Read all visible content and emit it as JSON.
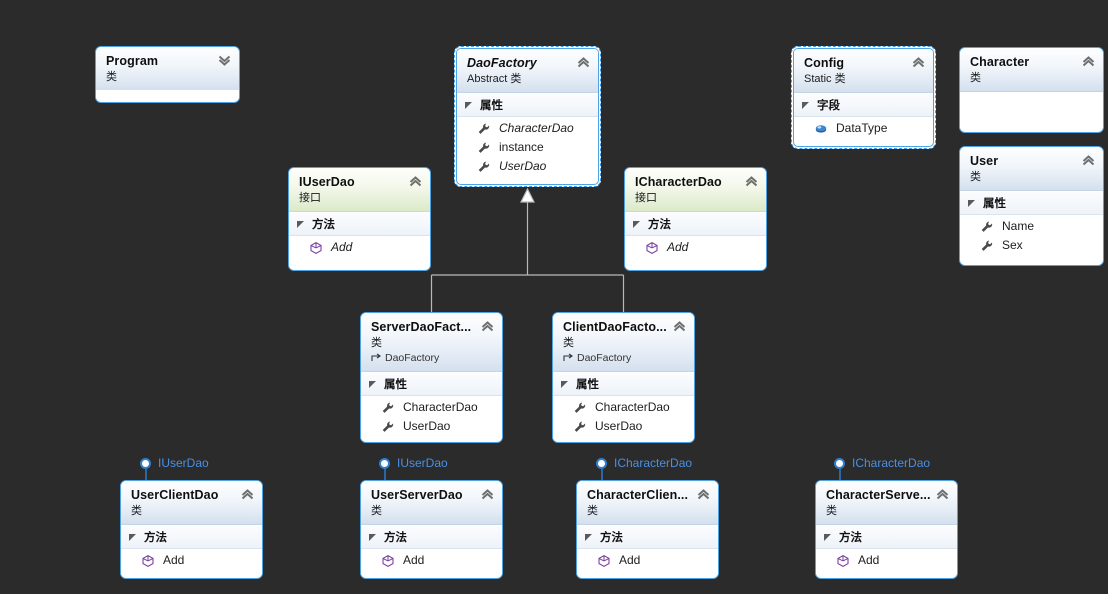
{
  "canvas": {
    "background": "#2b2b2b",
    "border_color": "#4fa3e3",
    "selected_border_color": "#3d9ae8",
    "link_color": "#b9b9b9",
    "lollipop_color": "#2f7fd1",
    "lollipop_label_color": "#4a90e2"
  },
  "labels": {
    "section_properties": "属性",
    "section_methods": "方法",
    "section_fields": "字段",
    "kind_class": "类",
    "kind_interface": "接口",
    "kind_abstract_class": "Abstract 类",
    "kind_static_class": "Static 类"
  },
  "nodes": [
    {
      "id": "program",
      "name": "Program",
      "title": "Program",
      "kind": "类",
      "stereotype": "class",
      "selected": false,
      "collapsed": true,
      "chevron": "chevron-down",
      "base": null,
      "sections": []
    },
    {
      "id": "daofactory",
      "name": "DaoFactory",
      "title": "DaoFactory",
      "kind": "Abstract 类",
      "stereotype": "abstract-class",
      "selected": true,
      "collapsed": false,
      "chevron": "chevron-up",
      "base": null,
      "sections": [
        {
          "label": "属性",
          "members": [
            {
              "name": "CharacterDao",
              "icon": "property-icon",
              "italic": true
            },
            {
              "name": "instance",
              "icon": "property-icon",
              "italic": false
            },
            {
              "name": "UserDao",
              "icon": "property-icon",
              "italic": true
            }
          ]
        }
      ]
    },
    {
      "id": "config",
      "name": "Config",
      "title": "Config",
      "kind": "Static 类",
      "stereotype": "static-class",
      "selected": true,
      "collapsed": false,
      "chevron": "chevron-up",
      "base": null,
      "sections": [
        {
          "label": "字段",
          "members": [
            {
              "name": "DataType",
              "icon": "enum-field-icon",
              "italic": false
            }
          ]
        }
      ]
    },
    {
      "id": "character",
      "name": "Character",
      "title": "Character",
      "kind": "类",
      "stereotype": "class",
      "selected": false,
      "collapsed": false,
      "chevron": "chevron-up",
      "base": null,
      "sections": []
    },
    {
      "id": "user",
      "name": "User",
      "title": "User",
      "kind": "类",
      "stereotype": "class",
      "selected": false,
      "collapsed": false,
      "chevron": "chevron-up",
      "base": null,
      "sections": [
        {
          "label": "属性",
          "members": [
            {
              "name": "Name",
              "icon": "property-icon",
              "italic": false
            },
            {
              "name": "Sex",
              "icon": "property-icon",
              "italic": false
            }
          ]
        }
      ]
    },
    {
      "id": "iuserdao",
      "name": "IUserDao",
      "title": "IUserDao",
      "kind": "接口",
      "stereotype": "interface",
      "selected": false,
      "collapsed": false,
      "chevron": "chevron-up",
      "base": null,
      "sections": [
        {
          "label": "方法",
          "members": [
            {
              "name": "Add",
              "icon": "method-icon",
              "italic": true
            }
          ]
        }
      ]
    },
    {
      "id": "icharacterdao",
      "name": "ICharacterDao",
      "title": "ICharacterDao",
      "kind": "接口",
      "stereotype": "interface",
      "selected": false,
      "collapsed": false,
      "chevron": "chevron-up",
      "base": null,
      "sections": [
        {
          "label": "方法",
          "members": [
            {
              "name": "Add",
              "icon": "method-icon",
              "italic": true
            }
          ]
        }
      ]
    },
    {
      "id": "serverdaofactory",
      "name": "ServerDaoFactory",
      "title": "ServerDaoFact...",
      "kind": "类",
      "stereotype": "class",
      "selected": false,
      "collapsed": false,
      "chevron": "chevron-up",
      "base": "DaoFactory",
      "sections": [
        {
          "label": "属性",
          "members": [
            {
              "name": "CharacterDao",
              "icon": "property-icon",
              "italic": false
            },
            {
              "name": "UserDao",
              "icon": "property-icon",
              "italic": false
            }
          ]
        }
      ]
    },
    {
      "id": "clientdaofactory",
      "name": "ClientDaoFactory",
      "title": "ClientDaoFacto...",
      "kind": "类",
      "stereotype": "class",
      "selected": false,
      "collapsed": false,
      "chevron": "chevron-up",
      "base": "DaoFactory",
      "sections": [
        {
          "label": "属性",
          "members": [
            {
              "name": "CharacterDao",
              "icon": "property-icon",
              "italic": false
            },
            {
              "name": "UserDao",
              "icon": "property-icon",
              "italic": false
            }
          ]
        }
      ]
    },
    {
      "id": "userclientdao",
      "name": "UserClientDao",
      "title": "UserClientDao",
      "kind": "类",
      "stereotype": "class",
      "selected": false,
      "collapsed": false,
      "chevron": "chevron-up",
      "base": null,
      "sections": [
        {
          "label": "方法",
          "members": [
            {
              "name": "Add",
              "icon": "method-icon",
              "italic": false
            }
          ]
        }
      ]
    },
    {
      "id": "userserverdao",
      "name": "UserServerDao",
      "title": "UserServerDao",
      "kind": "类",
      "stereotype": "class",
      "selected": false,
      "collapsed": false,
      "chevron": "chevron-up",
      "base": null,
      "sections": [
        {
          "label": "方法",
          "members": [
            {
              "name": "Add",
              "icon": "method-icon",
              "italic": false
            }
          ]
        }
      ]
    },
    {
      "id": "characterclientdao",
      "name": "CharacterClientDao",
      "title": "CharacterClien...",
      "kind": "类",
      "stereotype": "class",
      "selected": false,
      "collapsed": false,
      "chevron": "chevron-up",
      "base": null,
      "sections": [
        {
          "label": "方法",
          "members": [
            {
              "name": "Add",
              "icon": "method-icon",
              "italic": false
            }
          ]
        }
      ]
    },
    {
      "id": "characterserverdao",
      "name": "CharacterServerDao",
      "title": "CharacterServe...",
      "kind": "类",
      "stereotype": "class",
      "selected": false,
      "collapsed": false,
      "chevron": "chevron-up",
      "base": null,
      "sections": [
        {
          "label": "方法",
          "members": [
            {
              "name": "Add",
              "icon": "method-icon",
              "italic": false
            }
          ]
        }
      ]
    }
  ],
  "lollipops": [
    {
      "id": "lolli-userclientdao",
      "label": "IUserDao",
      "owner": "userclientdao"
    },
    {
      "id": "lolli-userserverdao",
      "label": "IUserDao",
      "owner": "userserverdao"
    },
    {
      "id": "lolli-characterclientdao",
      "label": "ICharacterDao",
      "owner": "characterclientdao"
    },
    {
      "id": "lolli-characterserverdao",
      "label": "ICharacterDao",
      "owner": "characterserverdao"
    }
  ],
  "inheritance": [
    {
      "from": "serverdaofactory",
      "to": "daofactory"
    },
    {
      "from": "clientdaofactory",
      "to": "daofactory"
    }
  ]
}
